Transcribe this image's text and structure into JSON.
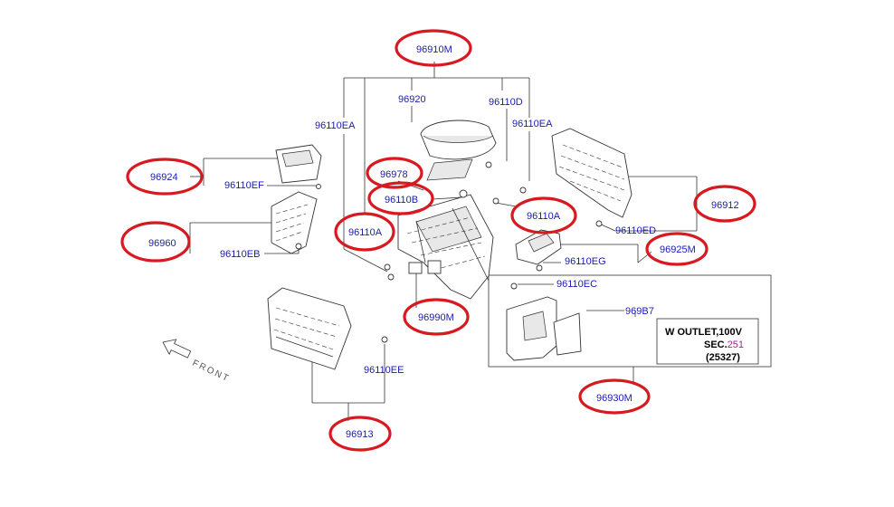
{
  "labels": {
    "l96910M": "96910M",
    "l96920": "96920",
    "l96110D": "96110D",
    "l96110EA_left": "96110EA",
    "l96110EA_right": "96110EA",
    "l96924": "96924",
    "l96110EF": "96110EF",
    "l96978": "96978",
    "l96110B": "96110B",
    "l96110A_left": "96110A",
    "l96110A_right": "96110A",
    "l96960": "96960",
    "l96110EB": "96110EB",
    "l96912": "96912",
    "l96110ED": "96110ED",
    "l96925M": "96925M",
    "l96110EG": "96110EG",
    "l96110EC": "96110EC",
    "l969B7": "969B7",
    "l96990M": "96990M",
    "l96110EE": "96110EE",
    "l96913": "96913",
    "l96930M": "96930M",
    "front": "FRONT"
  },
  "outlet_box": {
    "title": "W OUTLET,100V",
    "sec_prefix": "SEC.",
    "sec_number": "251",
    "ref": "(25327)"
  },
  "colors": {
    "highlight_ring": "#d71920",
    "label_text": "#1a1ab5",
    "sec_number": "#b0179a"
  }
}
